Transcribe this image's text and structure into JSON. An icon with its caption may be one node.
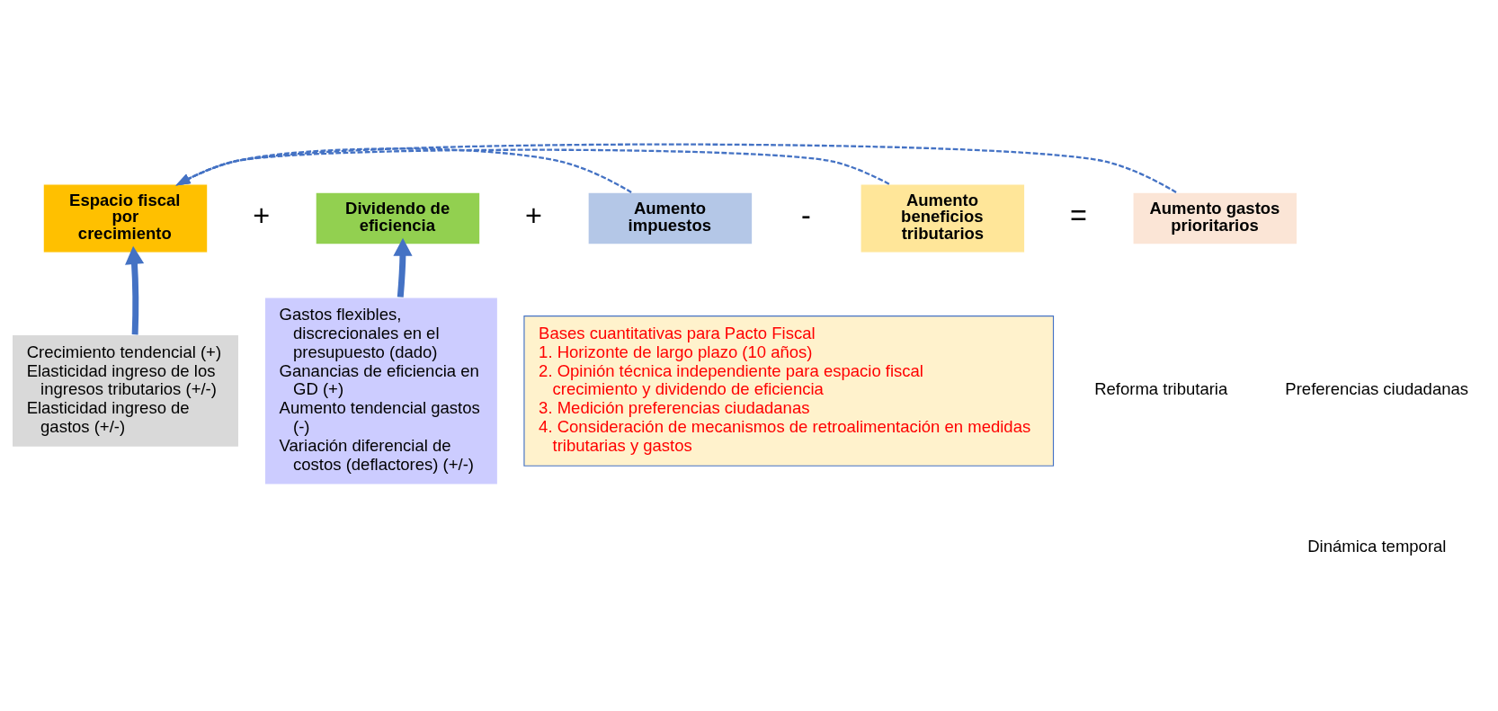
{
  "diagram": {
    "nodes": [
      {
        "text": [
          "Espacio fiscal por crecimiento"
        ]
      },
      {
        "text": [
          "Dividendo de eficiencia"
        ]
      },
      {
        "text": [
          "Aumento impuestos"
        ]
      },
      {
        "text": [
          "Aumento beneficios tributarios"
        ]
      },
      {
        "text": [
          "Aumento gastos prioritarios"
        ]
      },
      {
        "text": [
          "Crecimiento tendencial (+)",
          "Elasticidad ingreso de los ingresos tributarios (+/-)",
          "Elasticidad ingreso de gastos (+/-)"
        ]
      },
      {
        "text": [
          "Gastos flexibles, discrecionales en el presupuesto (dado)",
          "Ganancias de eficiencia en GD (+)",
          "Aumento tendencial gastos (-)",
          "Variación diferencial de costos (deflactores) (+/-)"
        ]
      },
      {
        "text": [
          "Bases cuantitativas para Pacto Fiscal",
          "1. Horizonte de largo plazo (10 años)",
          "2. Opinión técnica independiente para espacio fiscal crecimiento y dividendo de eficiencia",
          "3. Medición preferencias ciudadanas",
          "4. Consideración de mecanismos de retroalimentación en medidas tributarias y gastos"
        ]
      }
    ],
    "edges": [
      {
        "from": 5,
        "to": 0,
        "arrow": "to",
        "style": "thick"
      },
      {
        "from": 6,
        "to": 1,
        "arrow": "to",
        "style": "thick"
      },
      {
        "from": 2,
        "to": 0,
        "arrow": "to",
        "style": "dashed"
      },
      {
        "from": 3,
        "to": 0,
        "arrow": "to",
        "style": "dashed"
      },
      {
        "from": 4,
        "to": 0,
        "arrow": "to",
        "style": "dashed"
      }
    ],
    "labels": [
      "+",
      "+",
      "-",
      "=",
      "Reforma tributaria",
      "Preferencias ciudadanas",
      "Dinámica temporal"
    ]
  }
}
